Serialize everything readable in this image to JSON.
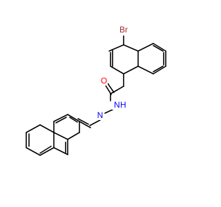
{
  "molecule": {
    "atoms": [
      {
        "id": "Br",
        "label": "Br",
        "color": "#a52a2a"
      },
      {
        "id": "O",
        "label": "O",
        "color": "#ff0000"
      },
      {
        "id": "NH",
        "label": "N",
        "color": "#0000ff",
        "h": "H"
      },
      {
        "id": "N2",
        "label": "N",
        "color": "#0000ff"
      }
    ],
    "bond_color": "#000000"
  }
}
